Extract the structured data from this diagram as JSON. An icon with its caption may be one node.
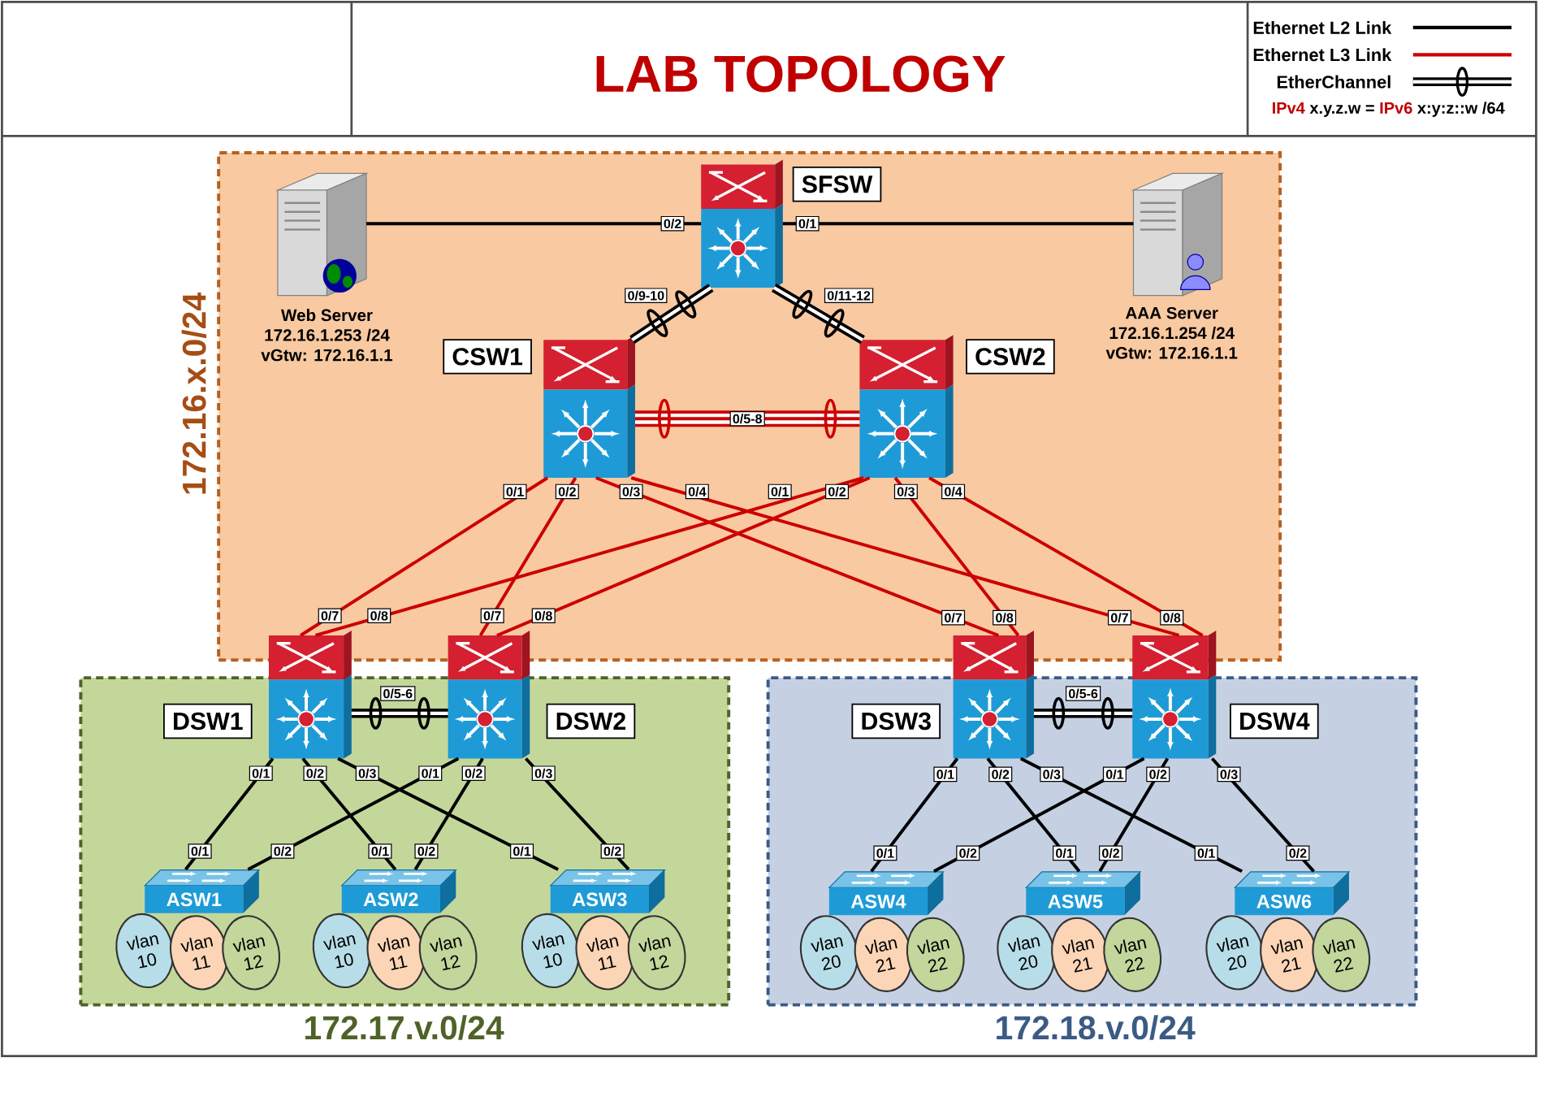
{
  "diagram": {
    "title": "LAB TOPOLOGY",
    "nodes": [
      {
        "text": [
          "172.16.x.0/24"
        ]
      },
      {
        "text": [
          "Web Server",
          "172.16.1.253 /24",
          "vGtw: 172.16.1.1"
        ],
        "in": 0
      },
      {
        "text": [
          "SFSW"
        ],
        "in": 0
      },
      {
        "text": [
          "AAA Server",
          "172.16.1.254 /24",
          "vGtw: 172.16.1.1"
        ],
        "in": 0
      },
      {
        "text": [
          "CSW1"
        ],
        "in": 0
      },
      {
        "text": [
          "CSW2"
        ],
        "in": 0
      },
      {
        "text": [
          "172.17.v.0/24"
        ]
      },
      {
        "text": [
          "DSW1"
        ]
      },
      {
        "text": [
          "DSW2"
        ]
      },
      {
        "text": [
          "ASW1"
        ],
        "in": 6
      },
      {
        "text": [
          "ASW2"
        ],
        "in": 6
      },
      {
        "text": [
          "ASW3"
        ],
        "in": 6
      },
      {
        "text": [
          "vlan 10"
        ],
        "in": 6
      },
      {
        "text": [
          "vlan 11"
        ],
        "in": 6
      },
      {
        "text": [
          "vlan 12"
        ],
        "in": 6
      },
      {
        "text": [
          "vlan 10"
        ],
        "in": 6
      },
      {
        "text": [
          "vlan 11"
        ],
        "in": 6
      },
      {
        "text": [
          "vlan 12"
        ],
        "in": 6
      },
      {
        "text": [
          "vlan 10"
        ],
        "in": 6
      },
      {
        "text": [
          "vlan 11"
        ],
        "in": 6
      },
      {
        "text": [
          "vlan 12"
        ],
        "in": 6
      },
      {
        "text": [
          "172.18.v.0/24"
        ]
      },
      {
        "text": [
          "DSW3"
        ]
      },
      {
        "text": [
          "DSW4"
        ]
      },
      {
        "text": [
          "ASW4"
        ],
        "in": 21
      },
      {
        "text": [
          "ASW5"
        ],
        "in": 21
      },
      {
        "text": [
          "ASW6"
        ],
        "in": 21
      },
      {
        "text": [
          "vlan 20"
        ],
        "in": 21
      },
      {
        "text": [
          "vlan 21"
        ],
        "in": 21
      },
      {
        "text": [
          "vlan 22"
        ],
        "in": 21
      },
      {
        "text": [
          "vlan 20"
        ],
        "in": 21
      },
      {
        "text": [
          "vlan 21"
        ],
        "in": 21
      },
      {
        "text": [
          "vlan 22"
        ],
        "in": 21
      },
      {
        "text": [
          "vlan 20"
        ],
        "in": 21
      },
      {
        "text": [
          "vlan 21"
        ],
        "in": 21
      },
      {
        "text": [
          "vlan 22"
        ],
        "in": 21
      }
    ],
    "edges": [
      {
        "from": 1,
        "to": 2,
        "arrow": "none"
      },
      {
        "from": 2,
        "to": 3,
        "arrow": "none"
      },
      {
        "from": 2,
        "to": 4,
        "arrow": "none",
        "style": "thick"
      },
      {
        "from": 2,
        "to": 5,
        "arrow": "none",
        "style": "thick"
      },
      {
        "from": 4,
        "to": 5,
        "arrow": "none",
        "style": "thick",
        "color": "#cc0000",
        "label": "0/5-8"
      },
      {
        "from": 4,
        "to": 7,
        "arrow": "none",
        "color": "#cc0000"
      },
      {
        "from": 4,
        "to": 8,
        "arrow": "none",
        "color": "#cc0000"
      },
      {
        "from": 4,
        "to": 22,
        "arrow": "none",
        "color": "#cc0000"
      },
      {
        "from": 4,
        "to": 23,
        "arrow": "none",
        "color": "#cc0000"
      },
      {
        "from": 5,
        "to": 7,
        "arrow": "none",
        "color": "#cc0000"
      },
      {
        "from": 5,
        "to": 8,
        "arrow": "none",
        "color": "#cc0000"
      },
      {
        "from": 5,
        "to": 22,
        "arrow": "none",
        "color": "#cc0000"
      },
      {
        "from": 5,
        "to": 23,
        "arrow": "none",
        "color": "#cc0000"
      },
      {
        "from": 7,
        "to": 8,
        "arrow": "none",
        "style": "thick"
      },
      {
        "from": 22,
        "to": 23,
        "arrow": "none",
        "style": "thick"
      },
      {
        "from": 7,
        "to": 9,
        "arrow": "none"
      },
      {
        "from": 7,
        "to": 10,
        "arrow": "none"
      },
      {
        "from": 7,
        "to": 11,
        "arrow": "none"
      },
      {
        "from": 8,
        "to": 9,
        "arrow": "none"
      },
      {
        "from": 8,
        "to": 10,
        "arrow": "none"
      },
      {
        "from": 8,
        "to": 11,
        "arrow": "none"
      },
      {
        "from": 22,
        "to": 24,
        "arrow": "none"
      },
      {
        "from": 22,
        "to": 25,
        "arrow": "none"
      },
      {
        "from": 22,
        "to": 26,
        "arrow": "none"
      },
      {
        "from": 23,
        "to": 24,
        "arrow": "none"
      },
      {
        "from": 23,
        "to": 25,
        "arrow": "none"
      },
      {
        "from": 23,
        "to": 26,
        "arrow": "none"
      }
    ],
    "labels": [
      "IPv4",
      "x.y.z.w =",
      "IPv6",
      "x:y:z::w /64",
      "0/2",
      "0/1",
      "0/9-10",
      "0/11-12",
      "0/1",
      "0/2",
      "0/3",
      "0/4",
      "0/1",
      "0/2",
      "0/3",
      "0/4",
      "0/7",
      "0/8",
      "0/7",
      "0/8",
      "0/7",
      "0/8",
      "0/7",
      "0/8",
      "0/5-6",
      "0/5-6",
      "0/1",
      "0/2",
      "0/3",
      "0/1",
      "0/2",
      "0/3",
      "0/1",
      "0/2",
      "0/3",
      "0/1",
      "0/2",
      "0/3",
      "0/1",
      "0/2",
      "0/1",
      "0/2",
      "0/1",
      "0/2",
      "0/1",
      "0/2",
      "0/1",
      "0/2",
      "0/1",
      "0/2"
    ],
    "legend": [
      {
        "text": "Ethernet L2 Link"
      },
      {
        "text": "Ethernet L3 Link"
      },
      {
        "text": "EtherChannel"
      }
    ]
  }
}
